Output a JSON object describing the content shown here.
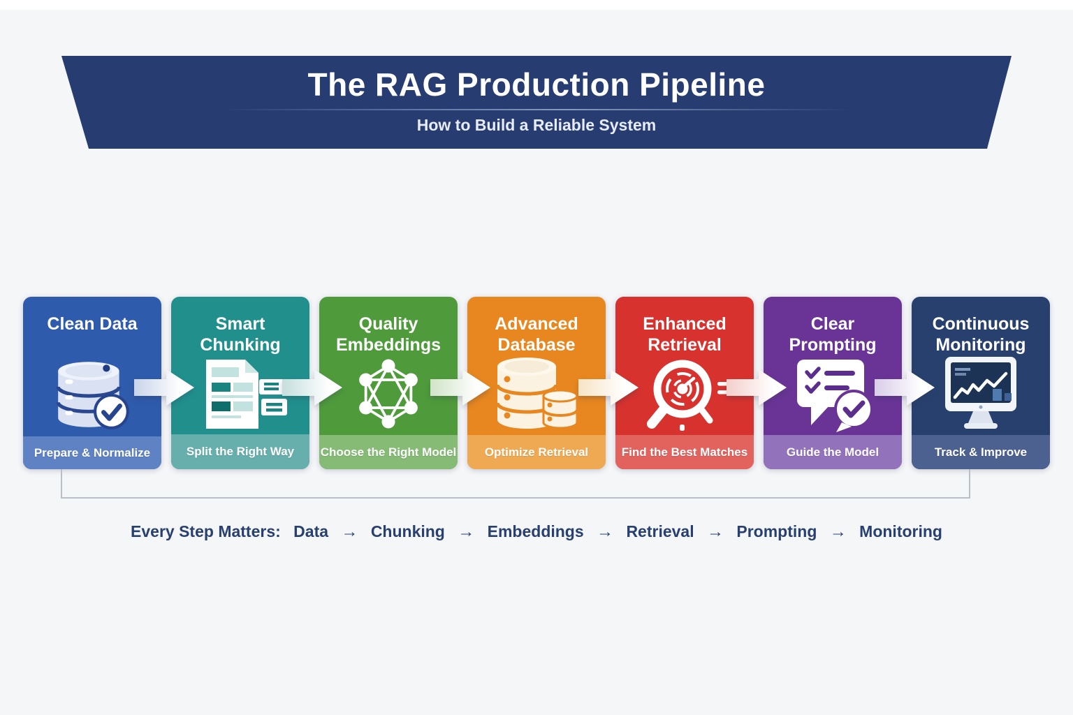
{
  "banner": {
    "title": "The RAG Production Pipeline",
    "subtitle": "How to Build a Reliable System",
    "bg": "#273d72"
  },
  "cards": [
    {
      "title": "Clean Data",
      "caption": "Prepare & Normalize",
      "color": "#2f5bac",
      "footer_color": "#5f82c4",
      "icon": "database-check-icon",
      "arrow_tint": "#c9d4ea"
    },
    {
      "title": "Smart Chunking",
      "caption": "Split the Right Way",
      "color": "#21908d",
      "footer_color": "#66afac",
      "icon": "document-chunks-icon",
      "arrow_tint": "#c5dedd"
    },
    {
      "title": "Quality Embeddings",
      "caption": "Choose the Right Model",
      "color": "#4f9b3b",
      "footer_color": "#85bb75",
      "icon": "network-graph-icon",
      "arrow_tint": "#d0e3c7"
    },
    {
      "title": "Advanced Database",
      "caption": "Optimize Retrieval",
      "color": "#e8871f",
      "footer_color": "#efa953",
      "icon": "database-pair-icon",
      "arrow_tint": "#f7e3c6"
    },
    {
      "title": "Enhanced Retrieval",
      "caption": "Find the Best Matches",
      "color": "#d8322e",
      "footer_color": "#e2625d",
      "icon": "search-radar-icon",
      "arrow_tint": "#f3cfcb"
    },
    {
      "title": "Clear Prompting",
      "caption": "Guide the Model",
      "color": "#6a3496",
      "footer_color": "#9372bc",
      "icon": "chat-checklist-icon",
      "arrow_tint": "#d9cde8"
    },
    {
      "title": "Continuous Monitoring",
      "caption": "Track & Improve",
      "color": "#28406e",
      "footer_color": "#4d6190",
      "icon": "monitor-chart-icon",
      "arrow_tint": "#ccd4e4"
    }
  ],
  "summary": {
    "label": "Every Step Matters:",
    "steps": [
      "Data",
      "Chunking",
      "Embeddings",
      "Retrieval",
      "Prompting",
      "Monitoring"
    ],
    "arrow_char": "→",
    "color": "#28406f"
  },
  "colors": {
    "background": "#f5f6f8",
    "top_strip": "#ffffff",
    "connector": "#b9bfc9"
  }
}
